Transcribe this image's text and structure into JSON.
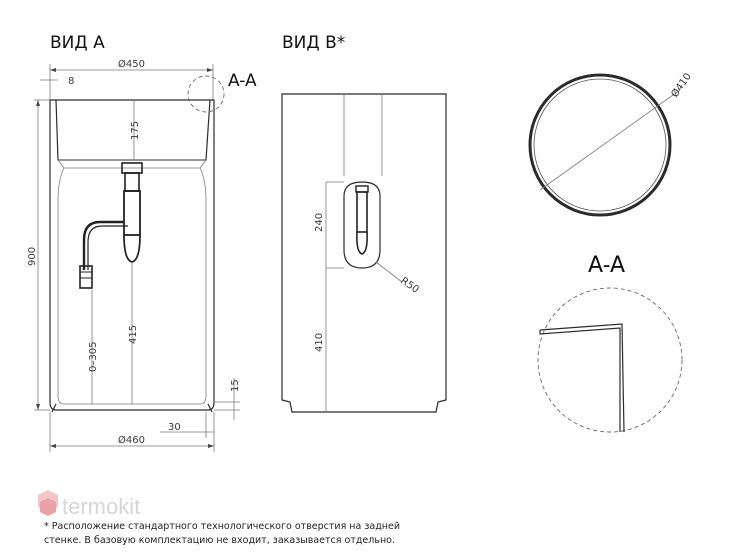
{
  "views": {
    "view_a": "ВИД А",
    "view_b": "ВИД В*",
    "section": "A-A",
    "section_marker": "A-A"
  },
  "dimensions": {
    "top_diameter": "Ø450",
    "wall": "8",
    "bowl_depth": "175",
    "height": "900",
    "inlet_height": "0–305",
    "drain_height": "415",
    "base_height": "15",
    "base_offset": "30",
    "base_diameter": "Ø460",
    "hole_height": "240",
    "hole_elevation": "410",
    "hole_radius": "R50",
    "circle_diameter": "Ø410"
  },
  "brand": {
    "watermark": "termokit"
  },
  "footnote": {
    "line1": "* Расположение стандартного технологического отверстия на задней",
    "line2": "стенке. В базовую комплектацию не входит, заказывается отдельно."
  }
}
